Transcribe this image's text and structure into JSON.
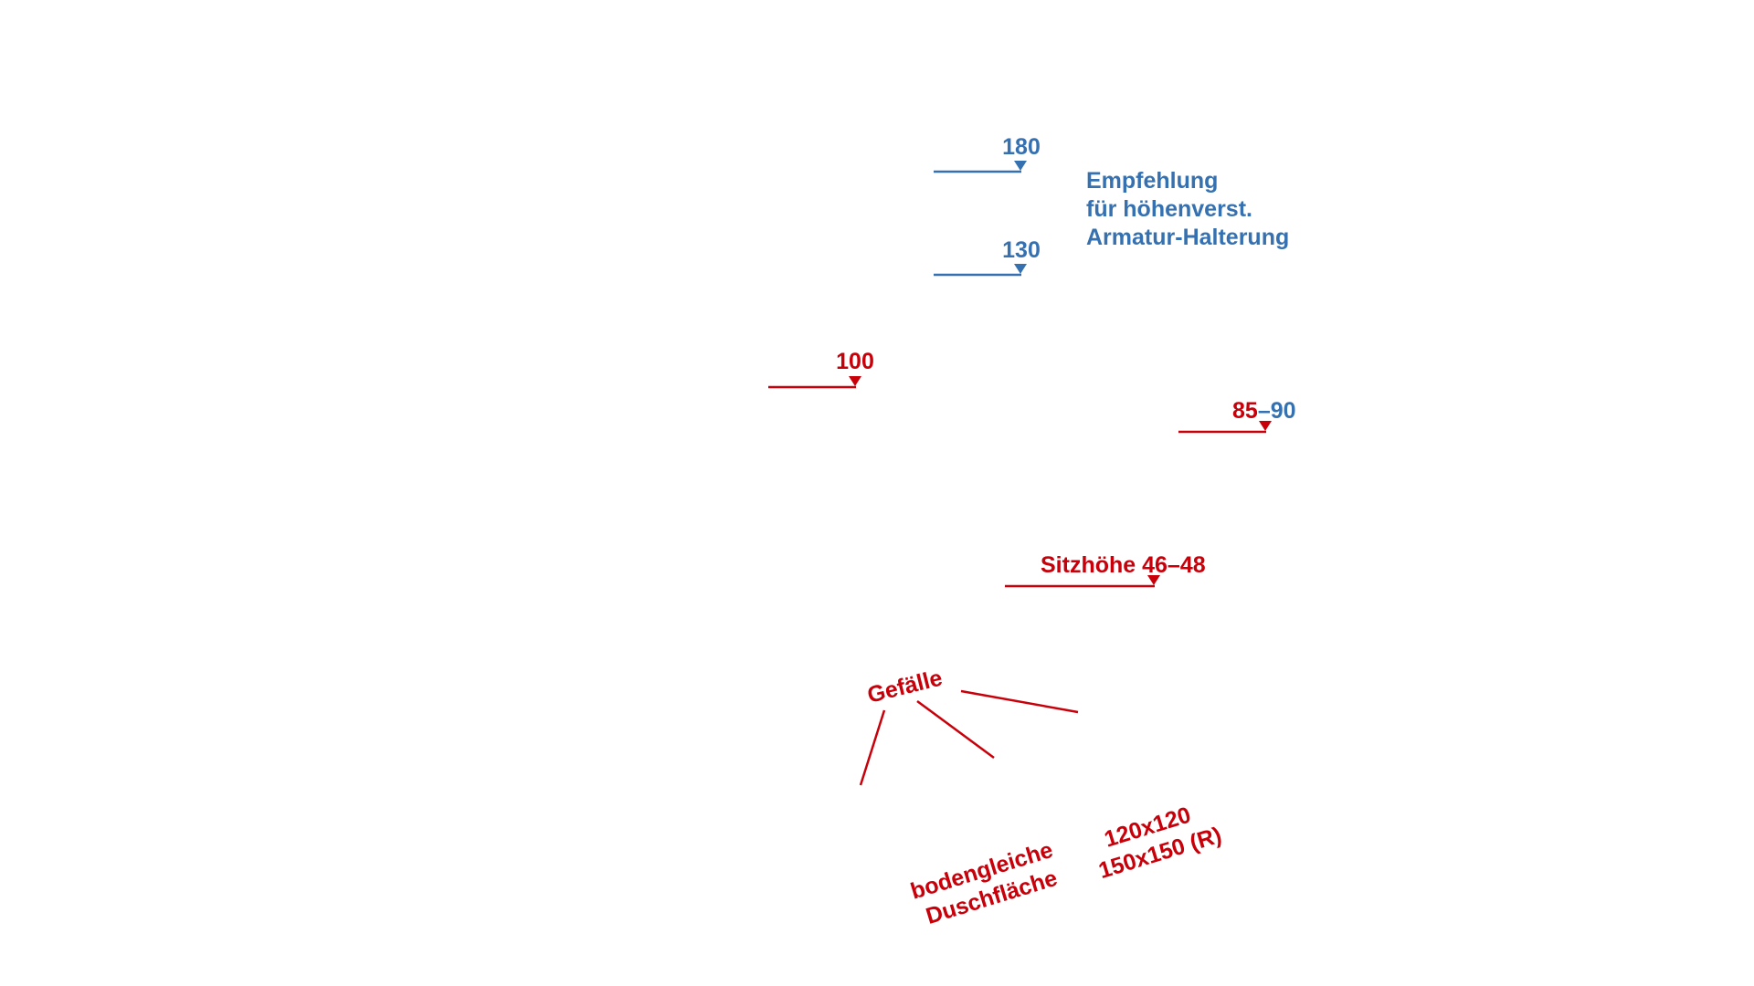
{
  "colors": {
    "blue": "#3571b1",
    "red": "#c8000a"
  },
  "markers": {
    "h180": "180",
    "h130": "130",
    "h100": "100",
    "h85": "85",
    "dash": "–",
    "h90": "90",
    "seat": "Sitzhöhe 46–48"
  },
  "recommendation": {
    "line1": "Empfehlung",
    "line2": "für höhenverst.",
    "line3": "Armatur-Halterung"
  },
  "slope": {
    "label": "Gefälle"
  },
  "shower": {
    "line1": "bodengleiche",
    "line2": "Duschfläche"
  },
  "sizes": {
    "line1": "120x120",
    "line2": "150x150 (R)"
  }
}
